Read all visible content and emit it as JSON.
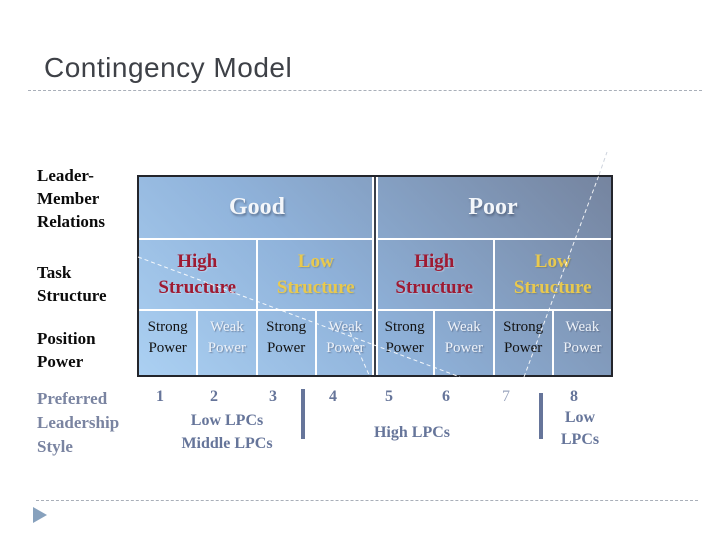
{
  "slide": {
    "title": "Contingency Model"
  },
  "left_labels": {
    "leader_member": [
      "Leader-",
      "Member",
      "Relations"
    ],
    "task": [
      "Task",
      "Structure"
    ],
    "position": [
      "Position",
      "Power"
    ],
    "preferred": [
      "Preferred",
      "Leadership",
      "Style"
    ]
  },
  "table": {
    "relations_headers": [
      {
        "label": "Good"
      },
      {
        "label": "Poor"
      }
    ],
    "structure_cells": [
      {
        "line1": "High",
        "line2": "Structure",
        "tone": "red"
      },
      {
        "line1": "Low",
        "line2": "Structure",
        "tone": "yellow"
      },
      {
        "line1": "High",
        "line2": "Structure",
        "tone": "red"
      },
      {
        "line1": "Low",
        "line2": "Structure",
        "tone": "yellow"
      }
    ],
    "power_cells": [
      {
        "line1": "Strong",
        "line2": "Power",
        "tone": "dark"
      },
      {
        "line1": "Weak",
        "line2": "Power",
        "tone": "white"
      },
      {
        "line1": "Strong",
        "line2": "Power",
        "tone": "dark"
      },
      {
        "line1": "Weak",
        "line2": "Power",
        "tone": "white"
      },
      {
        "line1": "Strong",
        "line2": "Power",
        "tone": "dark"
      },
      {
        "line1": "Weak",
        "line2": "Power",
        "tone": "white"
      },
      {
        "line1": "Strong",
        "line2": "Power",
        "tone": "dark"
      },
      {
        "line1": "Weak",
        "line2": "Power",
        "tone": "white"
      }
    ]
  },
  "style_row": {
    "numbers": [
      "1",
      "2",
      "3",
      "4",
      "5",
      "6",
      "7",
      "8"
    ],
    "group_low_middle": [
      "Low LPCs",
      "Middle LPCs"
    ],
    "group_high": "High LPCs",
    "group_low": [
      "Low",
      "LPCs"
    ]
  },
  "colors": {
    "table_gradient_light": "#abd0f2",
    "table_gradient_dark": "#75849f",
    "high_structure_text": "#9e1a32",
    "low_structure_text": "#e9c94e",
    "strong_power_text": "#131313",
    "weak_power_text": "#edf2f9",
    "style_row_text": "#66759a",
    "preferred_label_text": "#7a84a1",
    "title_text": "#3e4147",
    "dashed_rule": "#a9afb9",
    "triangle": "#87a1bd",
    "outer_border": "#23252b"
  }
}
